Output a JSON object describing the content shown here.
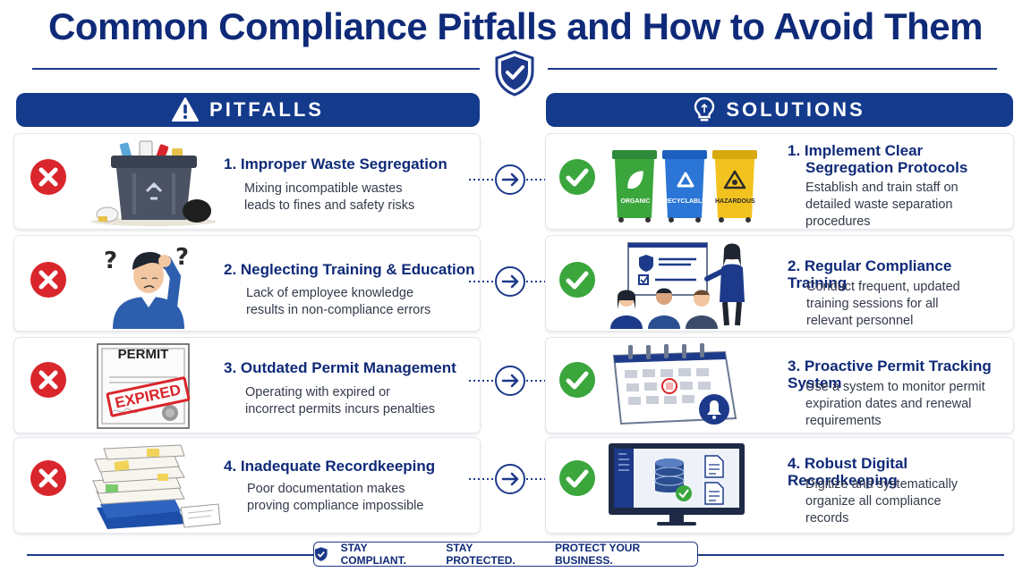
{
  "title": "Common Compliance Pitfalls and How to Avoid Them",
  "pitfalls_header": "PITFALLS",
  "solutions_header": "SOLUTIONS",
  "pitfalls": [
    {
      "title": "1. Improper Waste Segregation",
      "desc": [
        "Mixing incompatible wastes",
        "leads to fines and safety risks"
      ]
    },
    {
      "title": "2. Neglecting Training & Education",
      "desc": [
        "Lack of employee knowledge",
        "results in non-compliance errors"
      ]
    },
    {
      "title": "3. Outdated Permit Management",
      "desc": [
        "Operating with expired or",
        "incorrect permits incurs penalties"
      ]
    },
    {
      "title": "4. Inadequate Recordkeeping",
      "desc": [
        "Poor documentation makes",
        "proving compliance impossible"
      ]
    }
  ],
  "solutions": [
    {
      "title": [
        "1. Implement Clear",
        "Segregation Protocols"
      ],
      "desc": [
        "Establish and train staff on",
        "detailed waste separation",
        "procedures"
      ]
    },
    {
      "title": [
        "2. Regular Compliance Training"
      ],
      "desc": [
        "Conduct frequent, updated",
        "training sessions for all",
        "relevant personnel"
      ]
    },
    {
      "title": [
        "3. Proactive Permit Tracking System"
      ],
      "desc": [
        "Use a system to monitor permit",
        "expiration dates and renewal",
        "requirements"
      ]
    },
    {
      "title": [
        "4. Robust Digital Recordkeeping"
      ],
      "desc": [
        "Digitize and systematically",
        "organize all compliance",
        "records"
      ]
    }
  ],
  "bins": {
    "organic": "ORGANIC",
    "recyclable": "RECYCLABLE",
    "hazardous": "HAZARDOUS"
  },
  "permit": {
    "heading": "PERMIT",
    "stamp": "EXPIRED"
  },
  "footer": {
    "part1": "STAY COMPLIANT.",
    "part2": "STAY PROTECTED.",
    "part3": "PROTECT YOUR BUSINESS."
  },
  "colors": {
    "navy": "#143a8c",
    "red": "#d9262c",
    "green": "#3aa63c"
  },
  "icons": {
    "pitfall_badge": "x-circle-icon",
    "solution_badge": "check-circle-icon",
    "pitfalls_header": "warning-icon",
    "solutions_header": "lightbulb-icon",
    "top": "shield-check-icon",
    "connector": "arrow-right-icon"
  }
}
